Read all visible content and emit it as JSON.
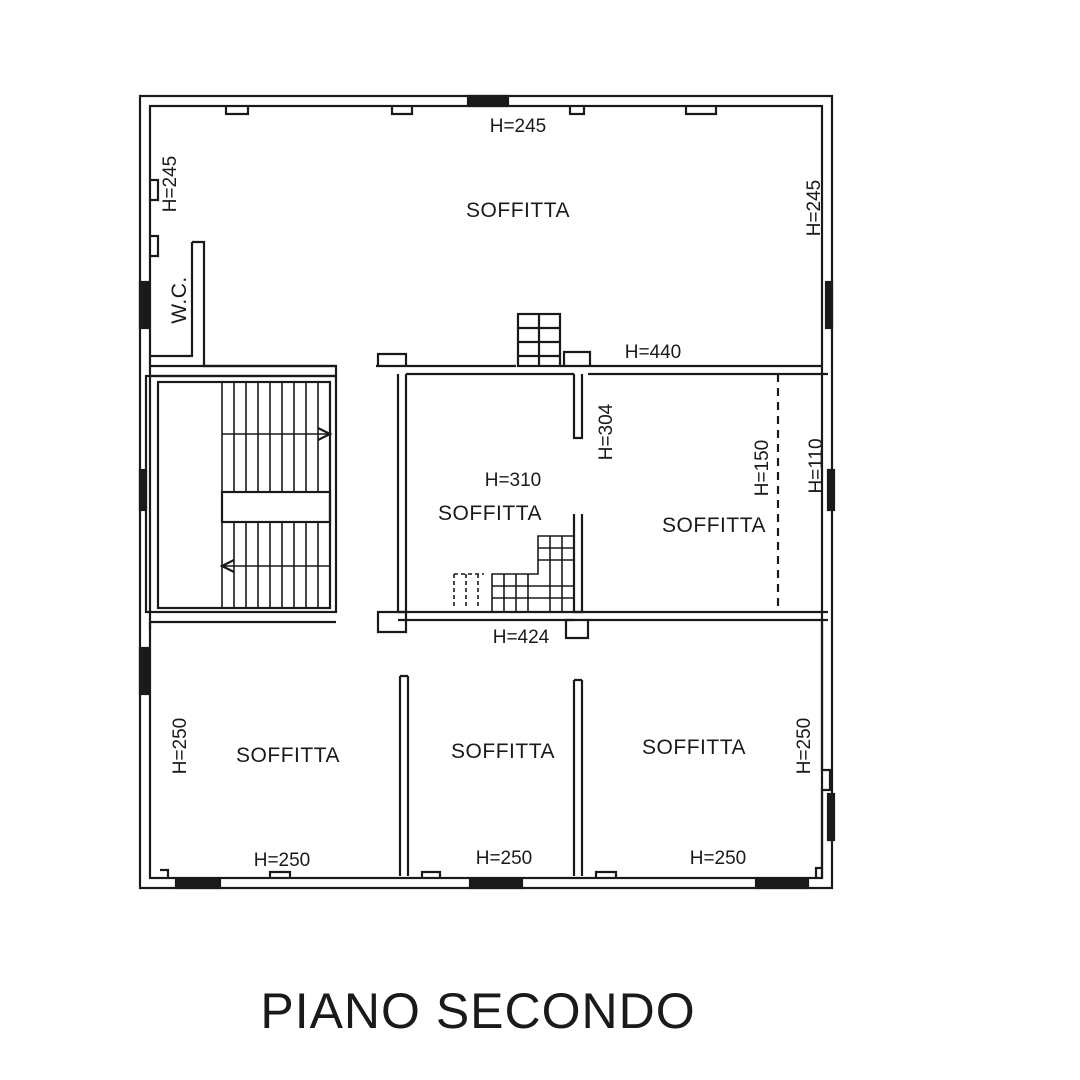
{
  "floor_title": "PIANO SECONDO",
  "colors": {
    "ink": "#1a1a1a",
    "background": "#ffffff"
  },
  "rooms": {
    "top_attic": "SOFFITTA",
    "center_attic": "SOFFITTA",
    "right_attic": "SOFFITTA",
    "bottom_left_attic": "SOFFITTA",
    "bottom_middle_attic": "SOFFITTA",
    "bottom_right_attic": "SOFFITTA",
    "wc": "W.C."
  },
  "heights": {
    "top_wall": "H=245",
    "left_top": "H=245",
    "right_top": "H=245",
    "upper_corridor": "H=440",
    "center_room": "H=310",
    "center_partition": "H=304",
    "right_dashed": "H=150",
    "right_wall": "H=110",
    "lower_corridor": "H=424",
    "left_bottom": "H=250",
    "right_bottom": "H=250",
    "bottom_left": "H=250",
    "bottom_middle": "H=250",
    "bottom_right": "H=250"
  }
}
